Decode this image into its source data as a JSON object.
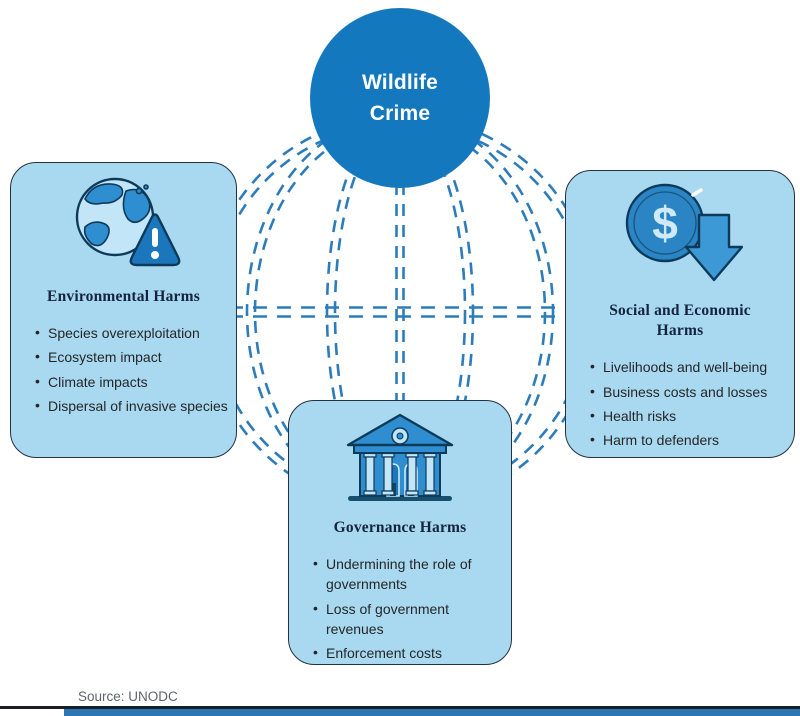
{
  "diagram": {
    "center": {
      "label_line1": "Wildlife",
      "label_line2": "Crime"
    },
    "boxes": {
      "environmental": {
        "icon": "earth-warning-icon",
        "title": "Environmental Harms",
        "bullets": [
          "Species overexploitation",
          "Ecosystem impact",
          "Climate impacts",
          "Dispersal of invasive species"
        ]
      },
      "social_economic": {
        "icon": "dollar-decline-icon",
        "title": "Social and Economic Harms",
        "bullets": [
          "Livelihoods and well-being",
          "Business costs and losses",
          "Health risks",
          "Harm to defenders"
        ]
      },
      "governance": {
        "icon": "government-building-icon",
        "title": "Governance Harms",
        "bullets": [
          "Undermining the role of governments",
          "Loss of government revenues",
          "Enforcement costs"
        ]
      }
    },
    "source": "Source: UNODC",
    "colors": {
      "center_circle": "#1478be",
      "box_fill": "#a9d9f1",
      "box_border": "#25313f",
      "dashed_lines": "#2d7cba",
      "title_text": "#15233f",
      "body_text": "#262626",
      "icon_blue": "#2e8ecf",
      "icon_deep_blue": "#1b76bc",
      "icon_light": "#c2e6f8",
      "footer_bar": "#2c76b4"
    }
  }
}
